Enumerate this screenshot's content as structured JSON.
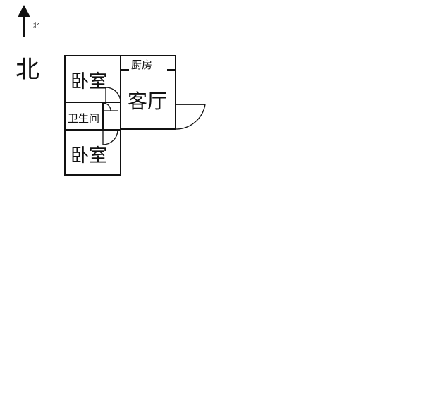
{
  "compass": {
    "small_label": "北",
    "large_label": "北"
  },
  "rooms": {
    "bedroom_north": "卧室",
    "kitchen": "厨房",
    "living_room": "客厅",
    "bathroom": "卫生间",
    "bedroom_south": "卧室"
  },
  "colors": {
    "wall": "#111111",
    "background": "#ffffff"
  }
}
